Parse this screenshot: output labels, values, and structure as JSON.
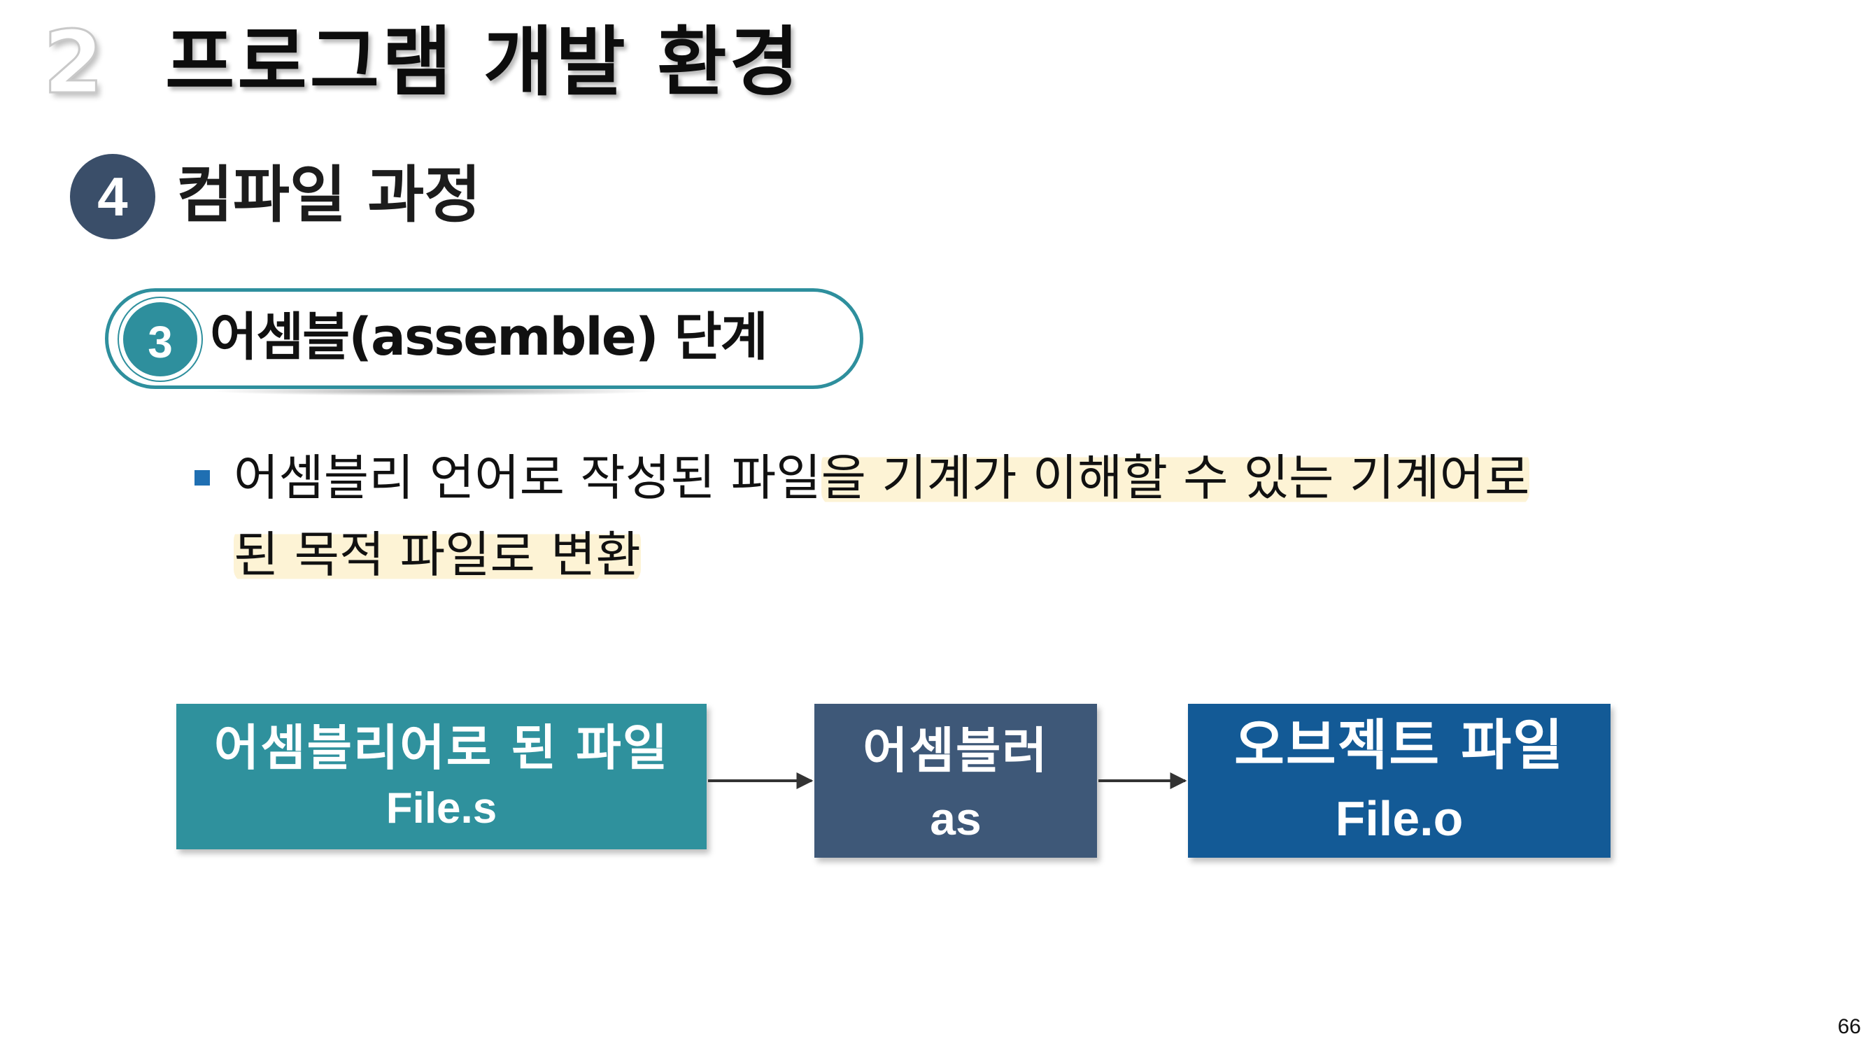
{
  "section": {
    "number": "2",
    "title": "프로그램 개발 환경"
  },
  "subsection": {
    "number": "4",
    "title": "컴파일 과정"
  },
  "step": {
    "number": "3",
    "title": "어셈블(assemble) 단계"
  },
  "bullet": {
    "text_plain": "어셈블리 언어로 작성된 파일",
    "text_highlight_line1": "을 기계가 이해할 수 있는 기계어로",
    "text_highlight_line2": "된 목적 파일로 변환"
  },
  "flow": {
    "source_box": {
      "title": "어셈블리어로 된 파일",
      "file": "File.s"
    },
    "tool_box": {
      "title": "어셈블러",
      "file": "as"
    },
    "output_box": {
      "title": "오브젝트 파일",
      "file": "File.o"
    }
  },
  "page_number": "66",
  "colors": {
    "teal": "#2f919d",
    "slate": "#3e5878",
    "blue": "#135a96",
    "navy_badge": "#3a4e69",
    "highlight": "#fdf3d5",
    "bullet": "#1f6fb2"
  }
}
